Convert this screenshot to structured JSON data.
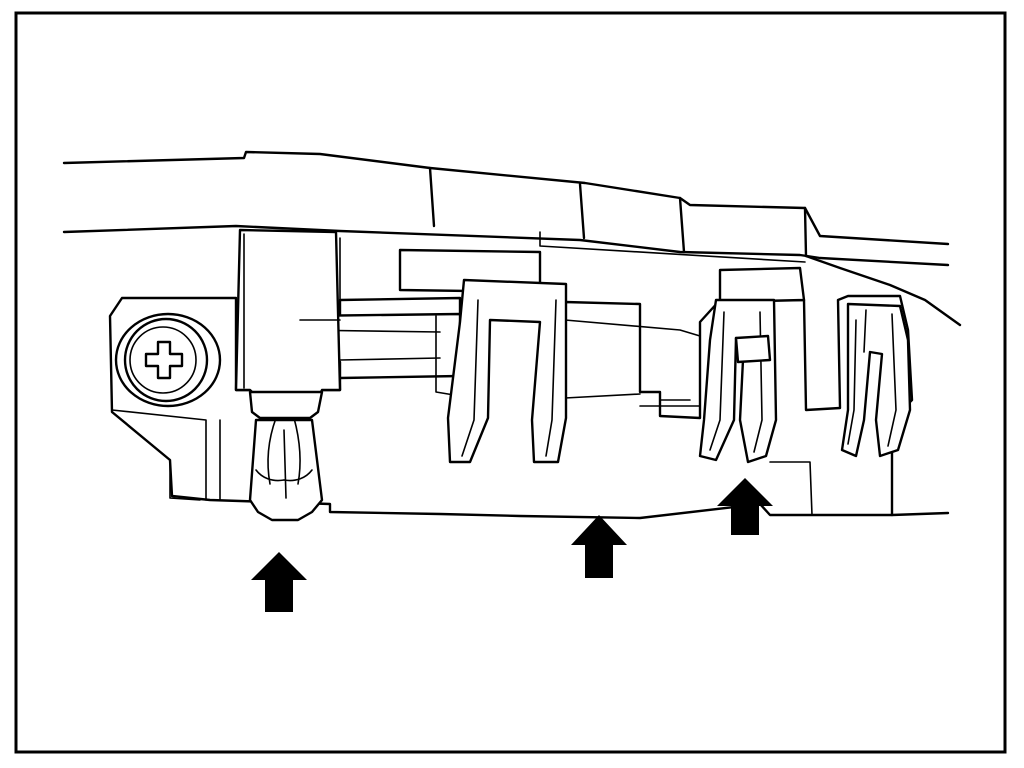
{
  "figure": {
    "colors": {
      "line": "#000000",
      "background": "#ffffff",
      "arrow_fill": "#000000"
    },
    "arrows": [
      {
        "name": "arrow-left",
        "direction": "up"
      },
      {
        "name": "arrow-center",
        "direction": "up"
      },
      {
        "name": "arrow-right",
        "direction": "up"
      }
    ]
  }
}
